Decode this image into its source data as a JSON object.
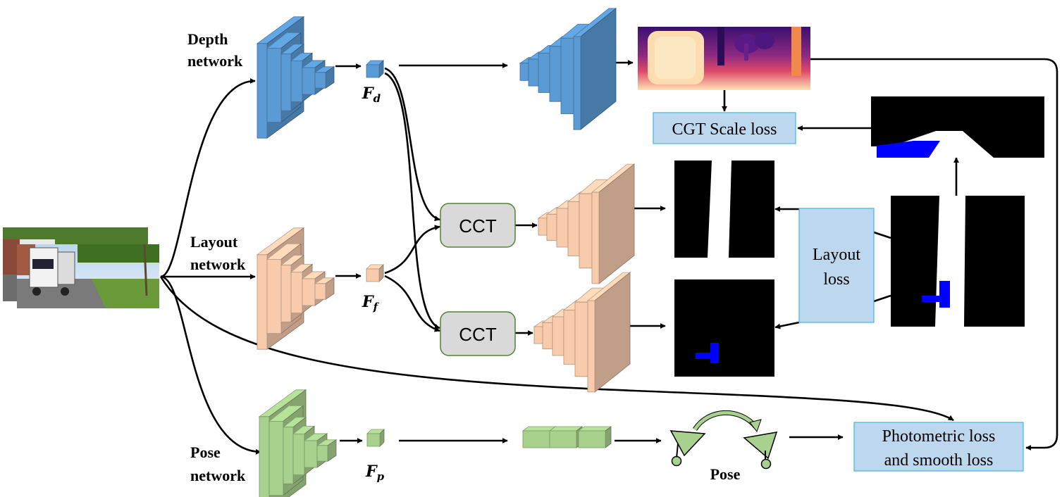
{
  "labels": {
    "depth_network": [
      "Depth",
      "network"
    ],
    "layout_network": [
      "Layout",
      "network"
    ],
    "pose_network": [
      "Pose",
      "network"
    ],
    "f_d": {
      "base": "F",
      "sub": "d"
    },
    "f_f": {
      "base": "F",
      "sub": "f"
    },
    "f_p": {
      "base": "F",
      "sub": "p"
    },
    "cct_top": "CCT",
    "cct_bottom": "CCT",
    "cgt_scale_loss": "CGT Scale loss",
    "layout_loss": [
      "Layout",
      "loss"
    ],
    "photometric_loss": [
      "Photometric loss",
      "and smooth loss"
    ],
    "pose": "Pose"
  },
  "colors": {
    "depth_blue": "#5b9bd5",
    "layout_peach": "#f8cbad",
    "pose_green": "#a9d18e",
    "cct_fill": "#d9d9d9",
    "cct_border": "#548235",
    "loss_box_fill": "#bdd7ee",
    "loss_box_border": "#41b6e6",
    "vehicle_blue": "#0000ff"
  }
}
